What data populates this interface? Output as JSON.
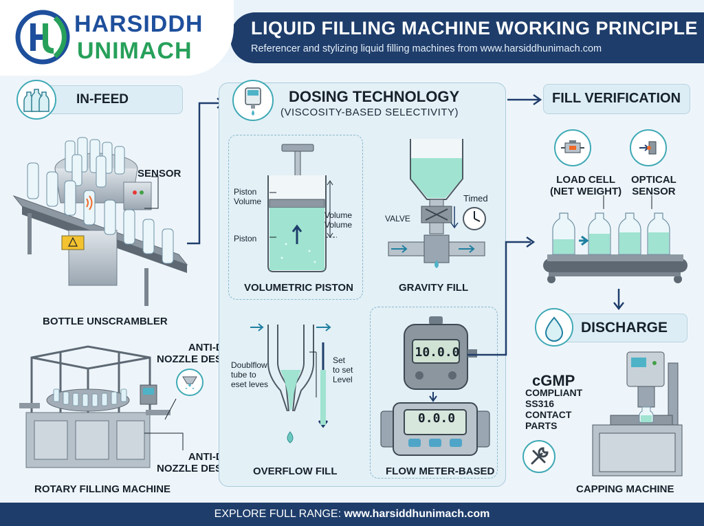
{
  "brand": {
    "line1": "HARSIDDH",
    "line2": "UNIMACH",
    "color_blue": "#1e4f9c",
    "color_green": "#27a05a"
  },
  "header": {
    "title": "LIQUID FILLING MACHINE WORKING PRINCIPLE",
    "subtitle": "Referencer and stylizing liquid filling machines from www.harsiddhunimach.com"
  },
  "infeed": {
    "heading": "IN-FEED",
    "sensor_label": "SENSOR",
    "unscrambler_label": "BOTTLE UNSCRAMBLER",
    "nozzle_label_top": "ANTI-DRIP\nNOZZLE DESIGN",
    "nozzle_label_bottom": "ANTI-DRIP\nNOZZLE DESIGN",
    "rotary_label": "ROTARY FILLING MACHINE"
  },
  "dosing": {
    "heading": "DOSING TECHNOLOGY",
    "subheading": "(VISCOSITY-BASED SELECTIVITY)",
    "piston": {
      "label": "VOLUMETRIC PISTON",
      "ann_volume": "Piston\nVolume",
      "ann_piston": "Piston",
      "ann_right": "Volume\nVolume"
    },
    "gravity": {
      "label": "GRAVITY FILL",
      "ann_valve": "VALVE",
      "ann_timed": "Timed"
    },
    "overflow": {
      "label": "OVERFLOW FILL",
      "ann_left": "Doublflow\ntube to\neset leves",
      "ann_right": "Set\nto set\nLevel"
    },
    "flowmeter": {
      "label": "FLOW METER-BASED",
      "display_top": "10.0.0",
      "display_bottom": "0.0.0"
    }
  },
  "verification": {
    "heading": "FILL VERIFICATION",
    "load_cell": "LOAD CELL\n(NET WEIGHT)",
    "optical": "OPTICAL\nSENSOR"
  },
  "discharge": {
    "heading": "DISCHARGE",
    "cgmp": "cGMP",
    "compliance": "COMPLIANT\nSS316\nCONTACT\nPARTS",
    "capping_label": "CAPPING MACHINE"
  },
  "footer": {
    "prefix": "EXPLORE FULL RANGE: ",
    "url": "www.harsiddhunimach.com"
  },
  "colors": {
    "navy": "#1e3d6b",
    "teal": "#3fa9b5",
    "liquid": "#7fd6c6",
    "steel": "#b9c3cc"
  }
}
